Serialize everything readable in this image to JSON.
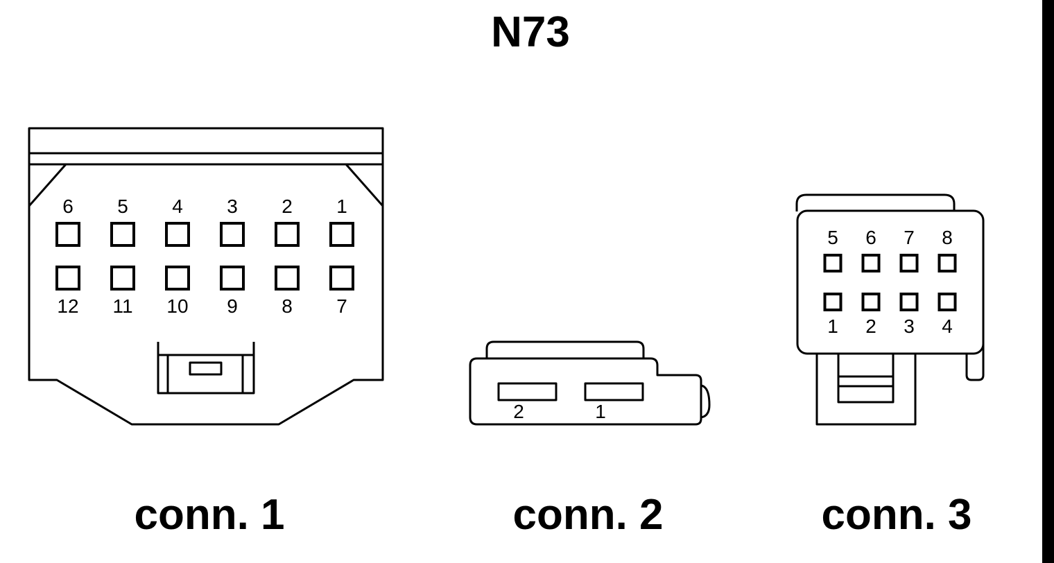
{
  "title": "N73",
  "connectors": [
    {
      "id": "conn1",
      "caption": "conn. 1",
      "top_row_pins": [
        "6",
        "5",
        "4",
        "3",
        "2",
        "1"
      ],
      "bottom_row_pins": [
        "12",
        "11",
        "10",
        "9",
        "8",
        "7"
      ]
    },
    {
      "id": "conn2",
      "caption": "conn. 2",
      "pins": [
        "2",
        "1"
      ]
    },
    {
      "id": "conn3",
      "caption": "conn. 3",
      "top_row_pins": [
        "5",
        "6",
        "7",
        "8"
      ],
      "bottom_row_pins": [
        "1",
        "2",
        "3",
        "4"
      ]
    }
  ]
}
